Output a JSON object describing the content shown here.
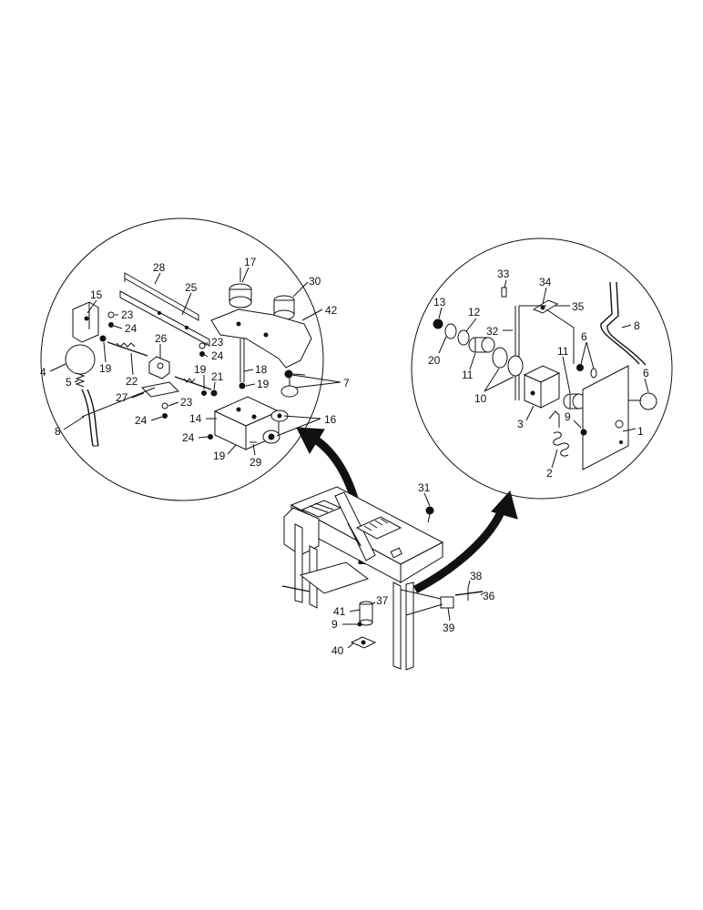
{
  "diagram": {
    "callouts": {
      "left": [
        {
          "id": "l28",
          "text": "28"
        },
        {
          "id": "l25",
          "text": "25"
        },
        {
          "id": "l17",
          "text": "17"
        },
        {
          "id": "l30",
          "text": "30"
        },
        {
          "id": "l42",
          "text": "42"
        },
        {
          "id": "l15",
          "text": "15"
        },
        {
          "id": "l23a",
          "text": "23"
        },
        {
          "id": "l24a",
          "text": "24"
        },
        {
          "id": "l26",
          "text": "26"
        },
        {
          "id": "l23b",
          "text": "23"
        },
        {
          "id": "l24b",
          "text": "24"
        },
        {
          "id": "l4",
          "text": "4"
        },
        {
          "id": "l19a",
          "text": "19"
        },
        {
          "id": "l22",
          "text": "22"
        },
        {
          "id": "l18",
          "text": "18"
        },
        {
          "id": "l5",
          "text": "5"
        },
        {
          "id": "l19b",
          "text": "19"
        },
        {
          "id": "l21",
          "text": "21"
        },
        {
          "id": "l19c",
          "text": "19"
        },
        {
          "id": "l7",
          "text": "7"
        },
        {
          "id": "l27",
          "text": "27"
        },
        {
          "id": "l23c",
          "text": "23"
        },
        {
          "id": "l24c",
          "text": "24"
        },
        {
          "id": "l14",
          "text": "14"
        },
        {
          "id": "l16",
          "text": "16"
        },
        {
          "id": "l8",
          "text": "8"
        },
        {
          "id": "l24d",
          "text": "24"
        },
        {
          "id": "l19d",
          "text": "19"
        },
        {
          "id": "l29",
          "text": "29"
        }
      ],
      "right": [
        {
          "id": "r33",
          "text": "33"
        },
        {
          "id": "r34",
          "text": "34"
        },
        {
          "id": "r13",
          "text": "13"
        },
        {
          "id": "r35",
          "text": "35"
        },
        {
          "id": "r12",
          "text": "12"
        },
        {
          "id": "r32",
          "text": "32"
        },
        {
          "id": "r8",
          "text": "8"
        },
        {
          "id": "r20",
          "text": "20"
        },
        {
          "id": "r6a",
          "text": "6"
        },
        {
          "id": "r11a",
          "text": "11"
        },
        {
          "id": "r11b",
          "text": "11"
        },
        {
          "id": "r6b",
          "text": "6"
        },
        {
          "id": "r10",
          "text": "10"
        },
        {
          "id": "r9",
          "text": "9"
        },
        {
          "id": "r3",
          "text": "3"
        },
        {
          "id": "r1",
          "text": "1"
        },
        {
          "id": "r2",
          "text": "2"
        }
      ],
      "bottom": [
        {
          "id": "b31",
          "text": "31"
        },
        {
          "id": "b38",
          "text": "38"
        },
        {
          "id": "b36",
          "text": "36"
        },
        {
          "id": "b41",
          "text": "41"
        },
        {
          "id": "b37",
          "text": "37"
        },
        {
          "id": "b39",
          "text": "39"
        },
        {
          "id": "b9",
          "text": "9"
        },
        {
          "id": "b40",
          "text": "40"
        }
      ]
    }
  }
}
